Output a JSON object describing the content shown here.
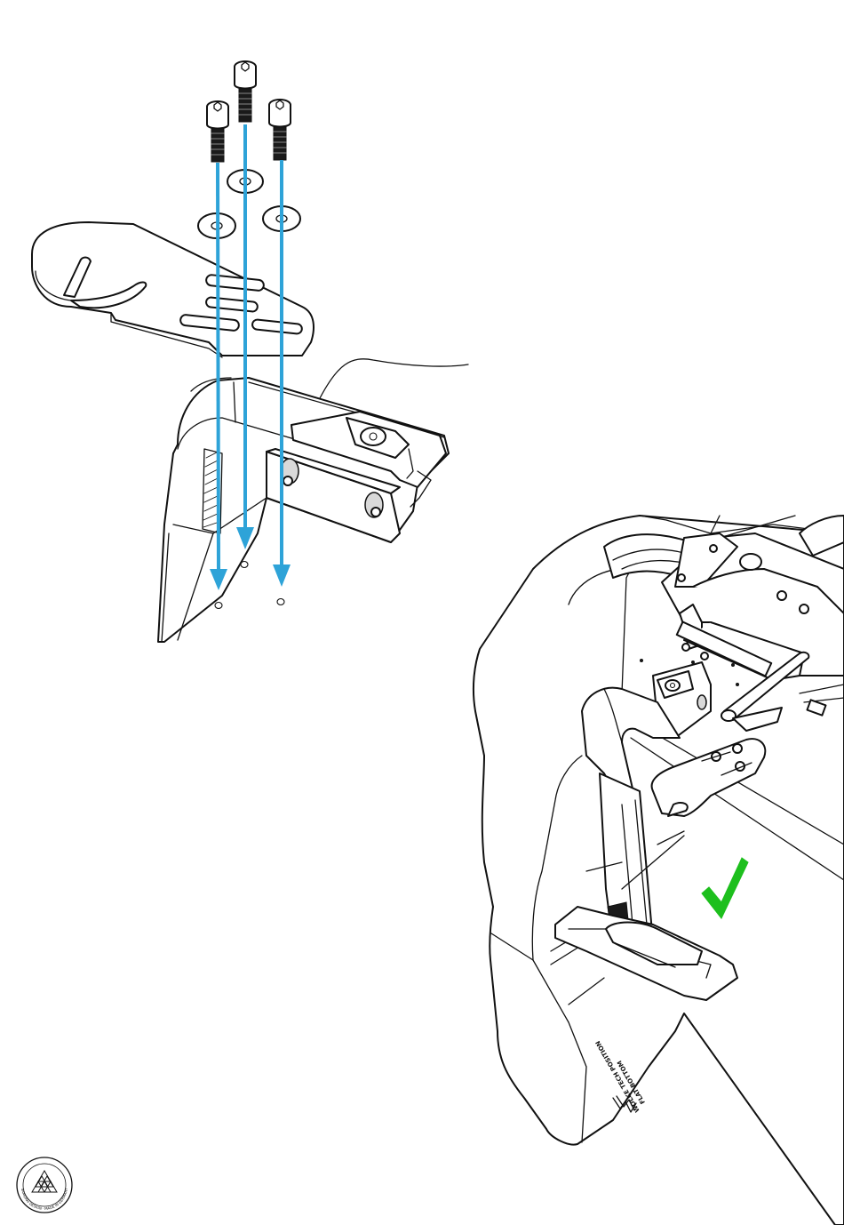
{
  "figure": {
    "step_one": {
      "screws": [
        "hex-socket-screw",
        "hex-socket-screw",
        "hex-socket-screw"
      ],
      "washers": [
        "washer",
        "washer",
        "washer"
      ],
      "arrow_color": "#2ea3d8"
    },
    "step_two": {
      "check_color": "#1dbf1d",
      "pedal_print": {
        "line_1": "WOLKE TECH POSITION",
        "line_2": "FLAT BOTTOM"
      }
    },
    "seal": {
      "ring_text": "SAMURAI DESIGN · MADE IN GERMANY"
    }
  }
}
